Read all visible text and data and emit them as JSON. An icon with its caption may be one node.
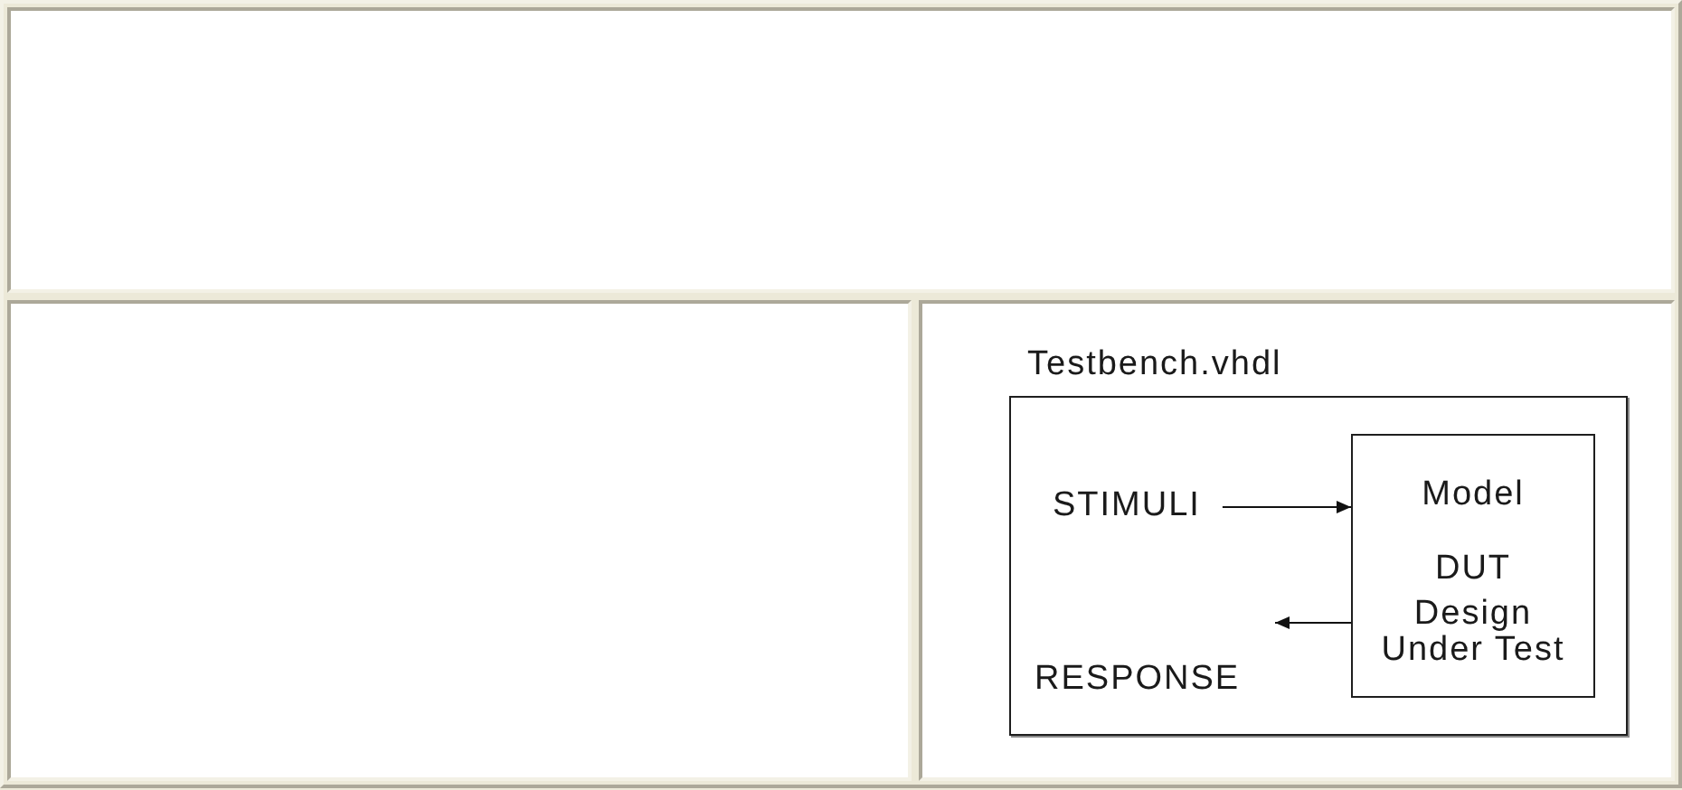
{
  "diagram": {
    "nodes": [
      {
        "text": [
          "Testbench.vhdl"
        ]
      },
      {
        "text": [
          "STIMULI"
        ],
        "in": 0
      },
      {
        "text": [
          "Model",
          "DUT",
          "Design Under Test"
        ],
        "in": 0
      }
    ],
    "edges": [
      {
        "from": 1,
        "to": 2,
        "arrow": "to"
      },
      {
        "from": 2,
        "to": null,
        "arrow": "to"
      }
    ],
    "labels": [
      "RESPONSE"
    ]
  }
}
